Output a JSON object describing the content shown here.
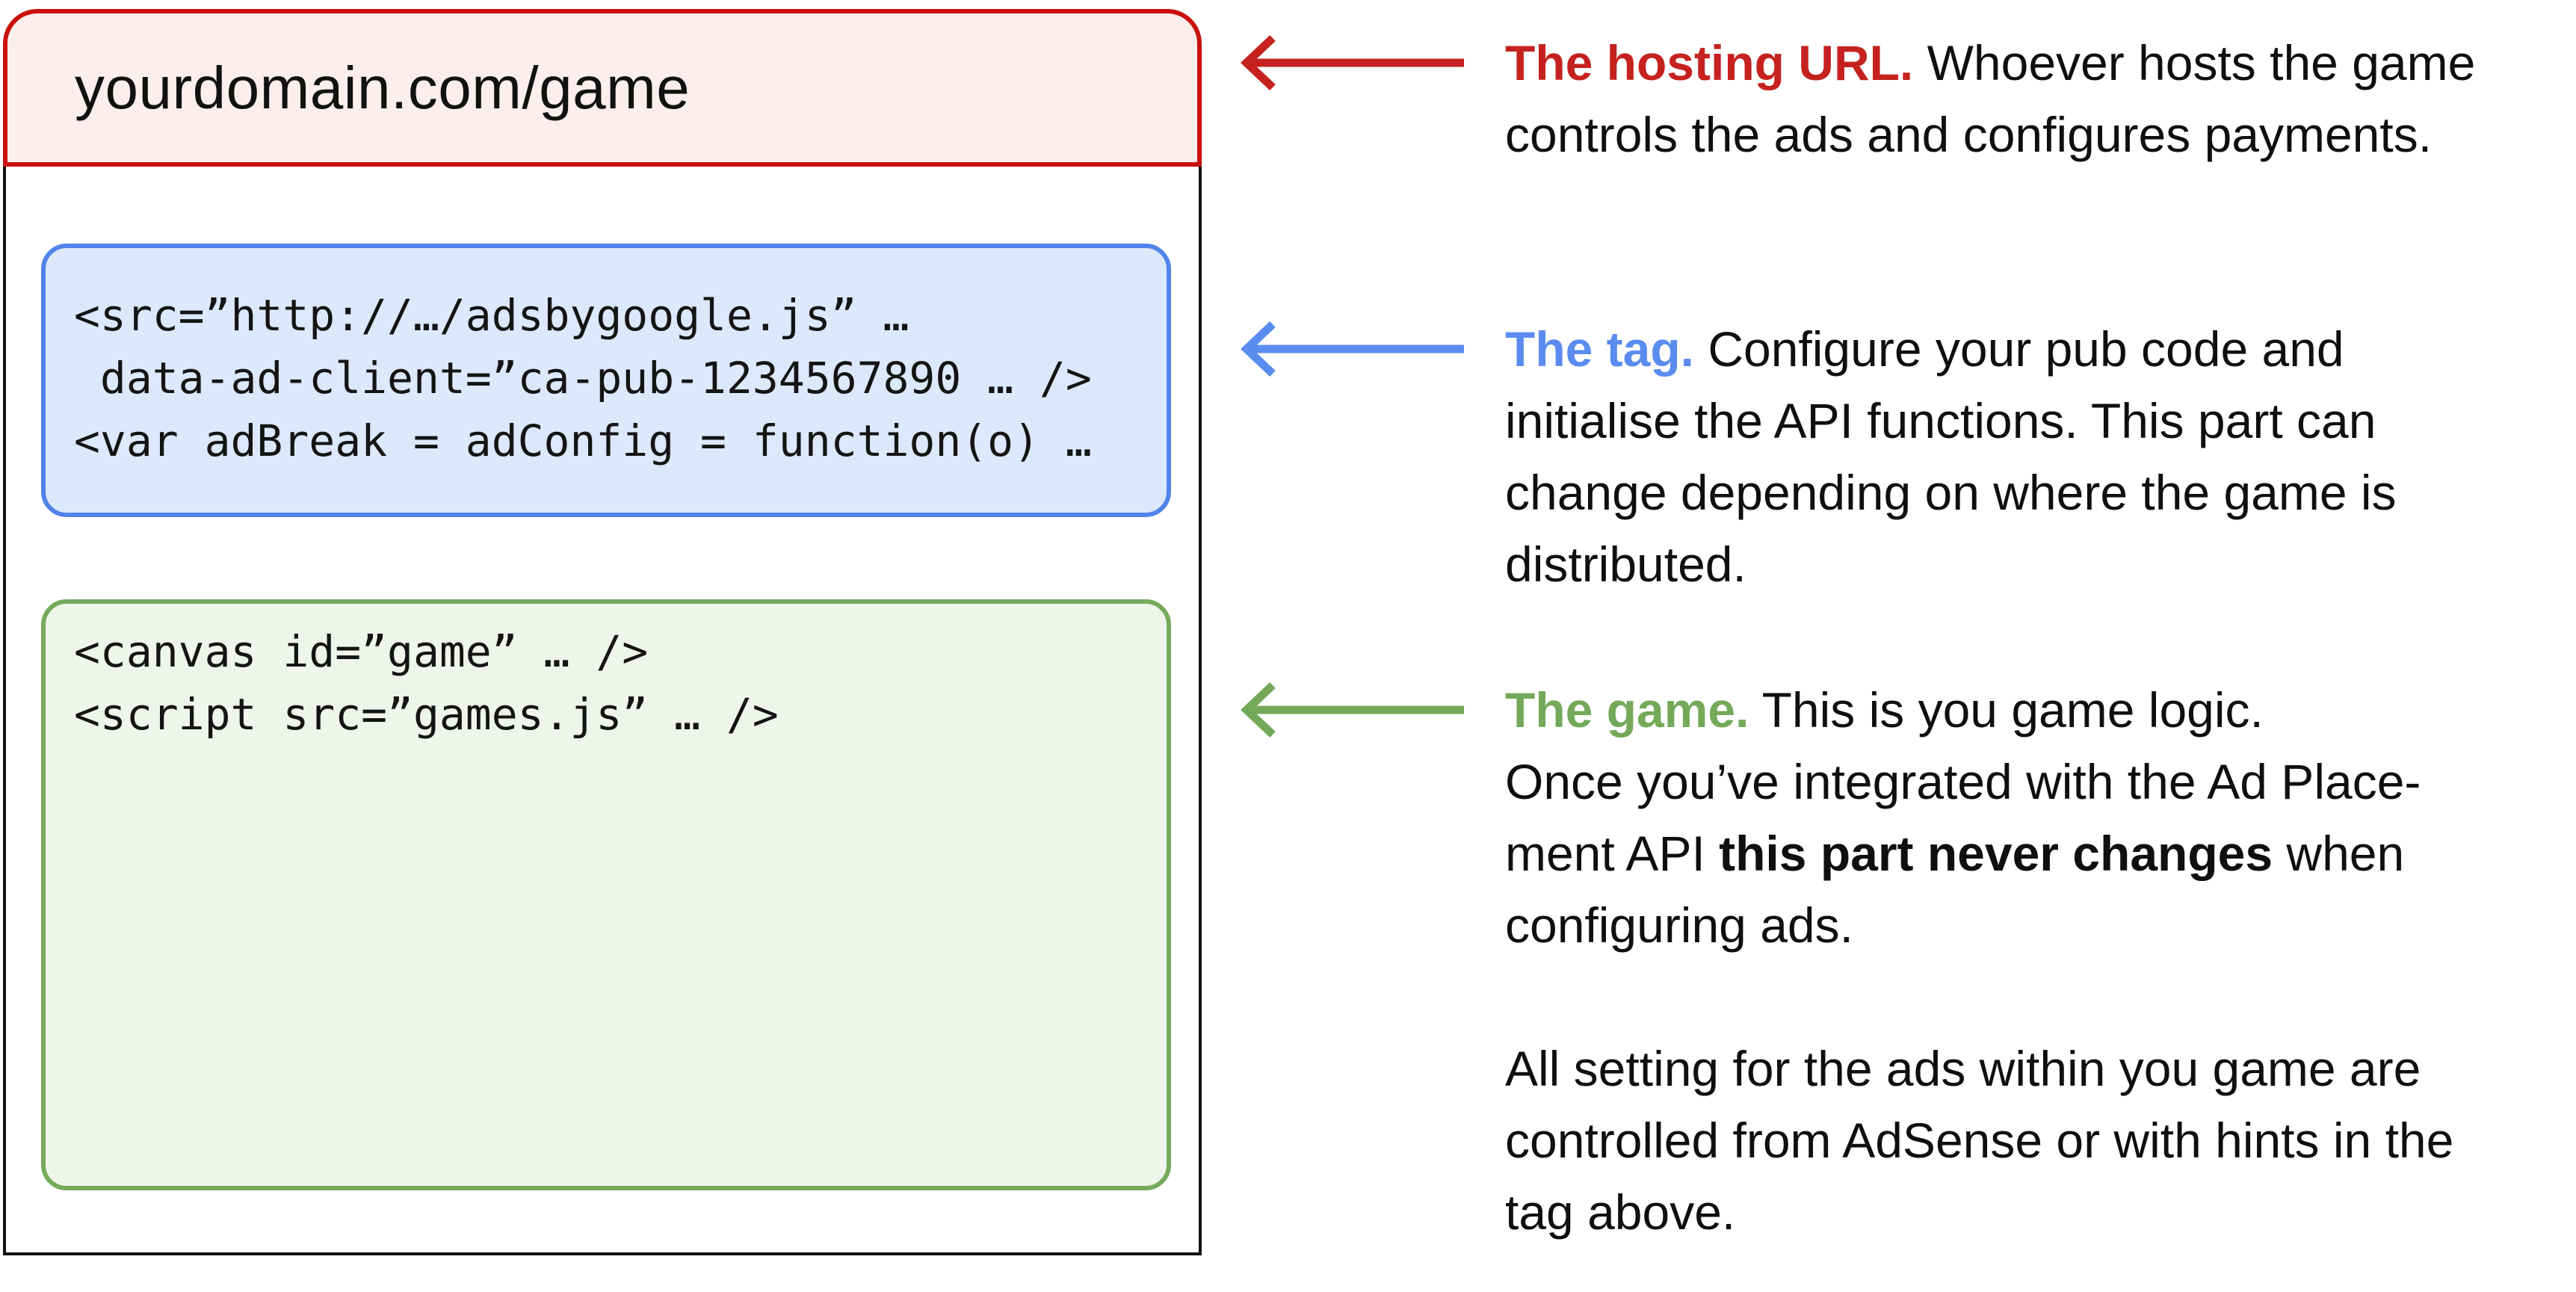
{
  "window": {
    "url": "yourdomain.com/game"
  },
  "tag_code_block": {
    "lines": [
      "<src=”http://…/adsbygoogle.js” …",
      " data-ad-client=”ca-pub-1234567890 … />",
      "<var adBreak = adConfig = function(o) …"
    ]
  },
  "game_code_block": {
    "lines": [
      "<canvas id=”game” … />",
      "<script src=”games.js” … />"
    ]
  },
  "annotations": {
    "hosting": {
      "lead": "The hosting URL.",
      "line1_rest": " Whoever hosts the game",
      "line2": "controls the ads and configures payments."
    },
    "tag": {
      "lead": "The tag.",
      "line1_rest": " Configure your pub code and",
      "line2": "initialise the API functions. This part can",
      "line3": "change depending on where the game is",
      "line4": "distributed."
    },
    "game": {
      "lead": "The game.",
      "line1_rest": " This is you game logic.",
      "line2": "Once you’ve integrated with the Ad Place-",
      "line3_pre": "ment API ",
      "line3_bold": "this part never changes",
      "line3_post": " when",
      "line4": "configuring ads.",
      "para2_line1": "All setting for the ads within you game are",
      "para2_line2": "controlled from AdSense or with hints in the",
      "para2_line3": "tag above."
    }
  },
  "colors": {
    "red_accent": "#c5221f",
    "red_border": "#c9100d",
    "red_fill": "#fbeeec",
    "blue_accent": "#5a8cf0",
    "blue_border": "#5283ea",
    "blue_fill": "#dce8fb",
    "green_accent": "#74a95a",
    "green_border": "#76aa5b",
    "green_fill": "#f0f5ec",
    "ink": "#0f0f0f",
    "window_border": "#131313"
  },
  "icons": {
    "hosting_arrow": "left-arrow",
    "tag_arrow": "left-arrow",
    "game_arrow": "left-arrow"
  }
}
